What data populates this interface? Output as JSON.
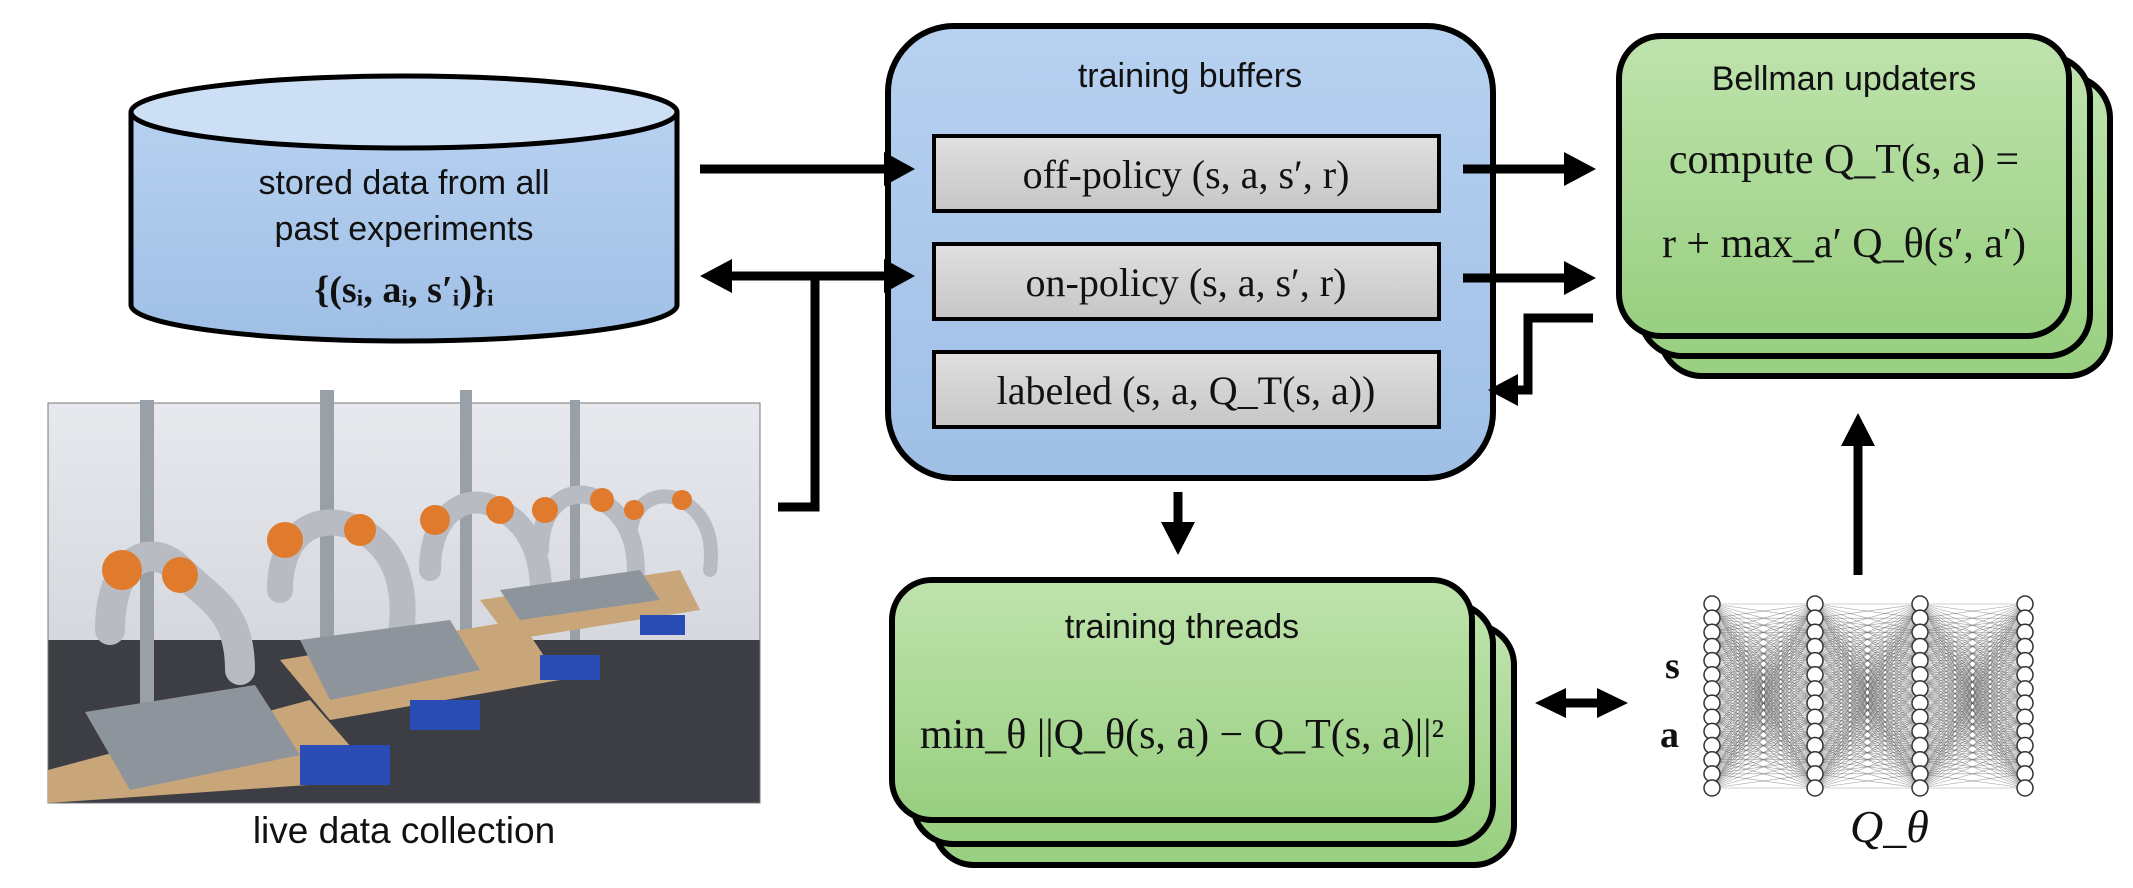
{
  "stored_data": {
    "line1": "stored data from all",
    "line2": "past experiments",
    "formula": "{(sᵢ, aᵢ, s′ᵢ)}ᵢ"
  },
  "photo": {
    "caption": "live data collection"
  },
  "training_buffers": {
    "title": "training buffers",
    "off_policy": "off-policy (s, a, s′, r)",
    "on_policy": "on-policy (s, a, s′, r)",
    "labeled": "labeled (s, a, Q_T(s, a))"
  },
  "bellman": {
    "title": "Bellman updaters",
    "line1": "compute Q_T(s, a) =",
    "line2": "r + max_a′ Q_θ(s′, a′)"
  },
  "training_threads": {
    "title": "training threads",
    "formula": "min_θ ||Q_θ(s, a) − Q_T(s, a)||²"
  },
  "network": {
    "input_s": "s",
    "input_a": "a",
    "label": "Q_θ"
  },
  "colors": {
    "blue_fill": "#a9c6ea",
    "green_fill": "#a9d795",
    "grey_fill": "#d4d4d4",
    "stroke": "#000000"
  }
}
